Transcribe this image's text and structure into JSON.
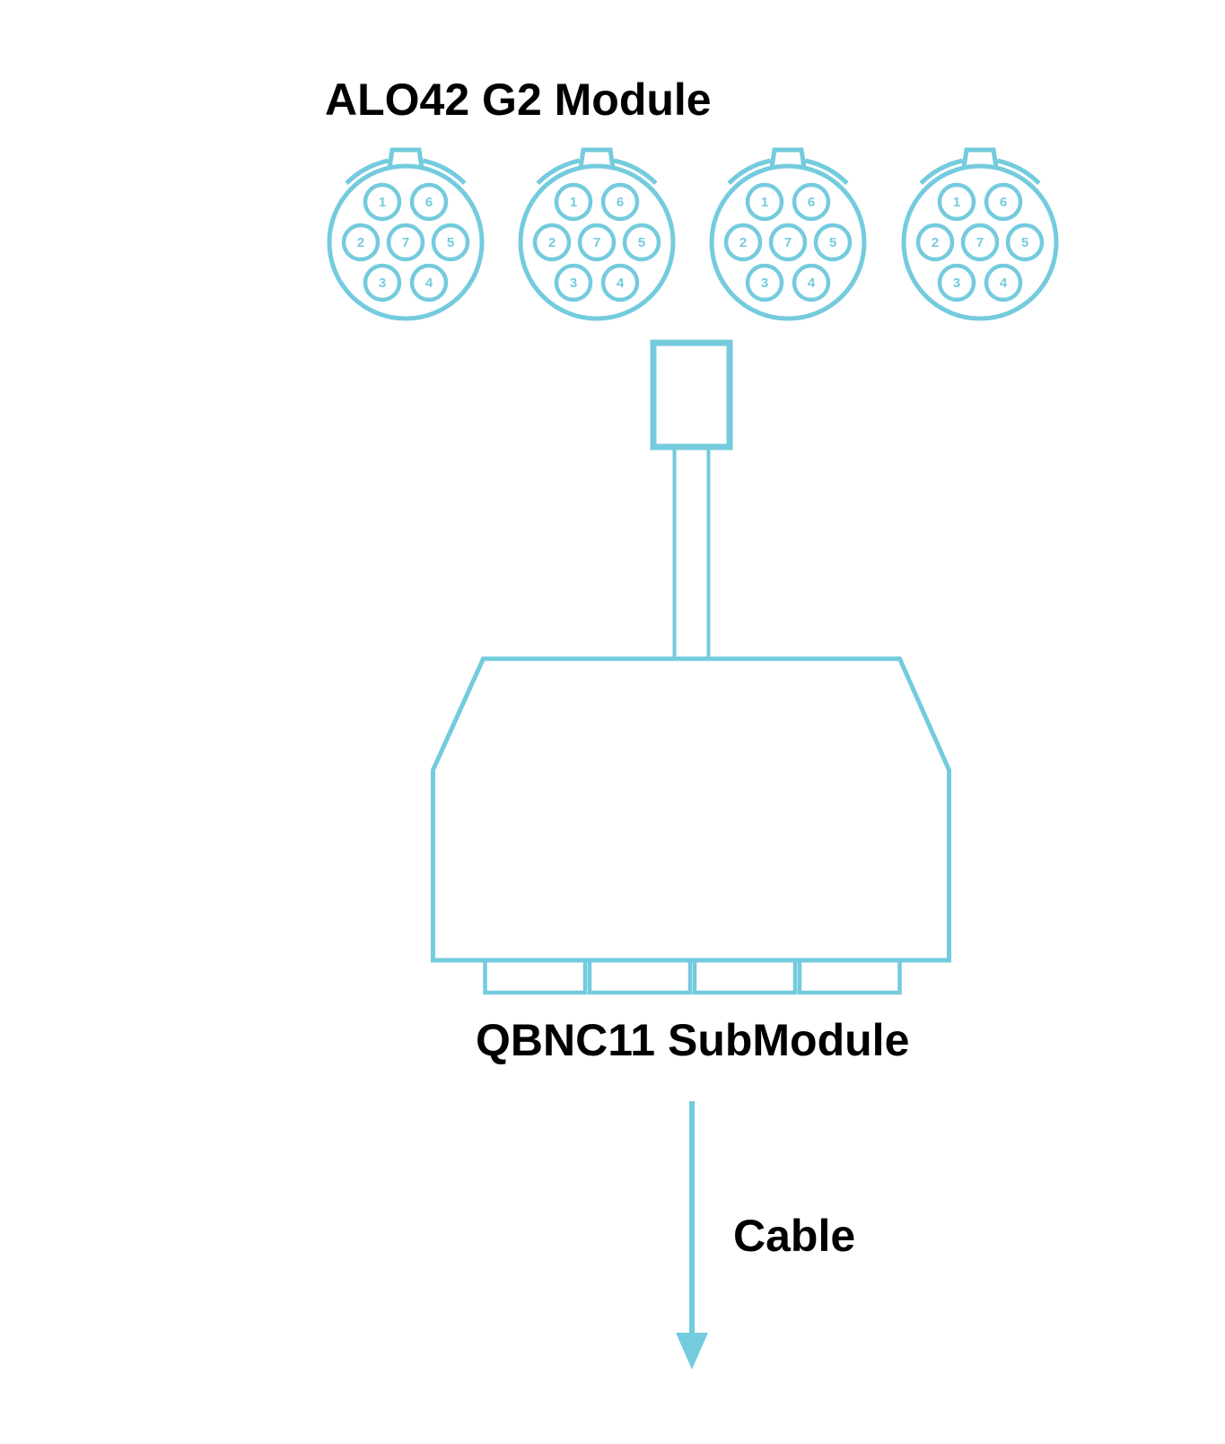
{
  "title": "ALO42 G2 Module",
  "submodule": {
    "label": "QBNC11 SubModule"
  },
  "cable": {
    "label": "Cable"
  },
  "colors": {
    "line": "#74CBDE",
    "text": "#000000",
    "background": "#FFFFFF"
  },
  "connectors": {
    "count": 4,
    "pin_labels": [
      "1",
      "6",
      "2",
      "7",
      "5",
      "3",
      "4"
    ]
  }
}
